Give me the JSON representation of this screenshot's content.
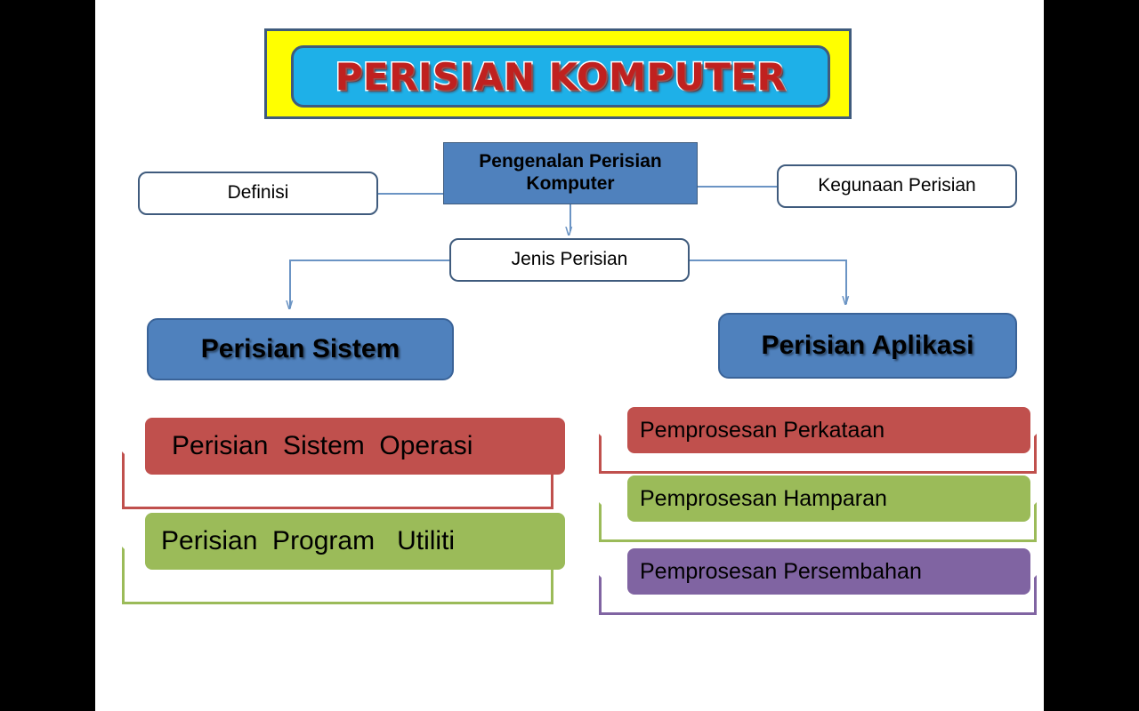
{
  "slide": {
    "background_color": "#ffffff",
    "letterbox_color": "#000000"
  },
  "title": {
    "text": "PERISIAN KOMPUTER",
    "outer_fill": "#ffff00",
    "inner_fill": "#1eb0e8",
    "border_color": "#3f5b7d",
    "text_color": "#c0211f",
    "text_outline_color": "#ffffff"
  },
  "nodes": {
    "root": {
      "label": "Pengenalan Perisian Komputer",
      "fill": "#4f81bd"
    },
    "definisi": {
      "label": "Definisi",
      "fill": "#ffffff",
      "border": "#3f5b7d"
    },
    "kegunaan": {
      "label": "Kegunaan Perisian",
      "fill": "#ffffff",
      "border": "#3f5b7d"
    },
    "jenis": {
      "label": "Jenis Perisian",
      "fill": "#ffffff",
      "border": "#3f5b7d"
    },
    "sistem": {
      "label": "Perisian Sistem",
      "fill": "#4f81bd"
    },
    "aplikasi": {
      "label": "Perisian Aplikasi",
      "fill": "#4f81bd"
    }
  },
  "sistem_items": [
    {
      "label": "Perisian  Sistem  Operasi",
      "color": "#c0504d"
    },
    {
      "label": "Perisian  Program   Utiliti",
      "color": "#9bbb59"
    }
  ],
  "aplikasi_items": [
    {
      "label": "Pemprosesan Perkataan",
      "color": "#c0504d"
    },
    {
      "label": "Pemprosesan Hamparan",
      "color": "#9bbb59"
    },
    {
      "label": "Pemprosesan Persembahan",
      "color": "#8064a2"
    }
  ],
  "connectors": {
    "line_color": "#6b94c4",
    "arrow_glyph": "∨"
  }
}
